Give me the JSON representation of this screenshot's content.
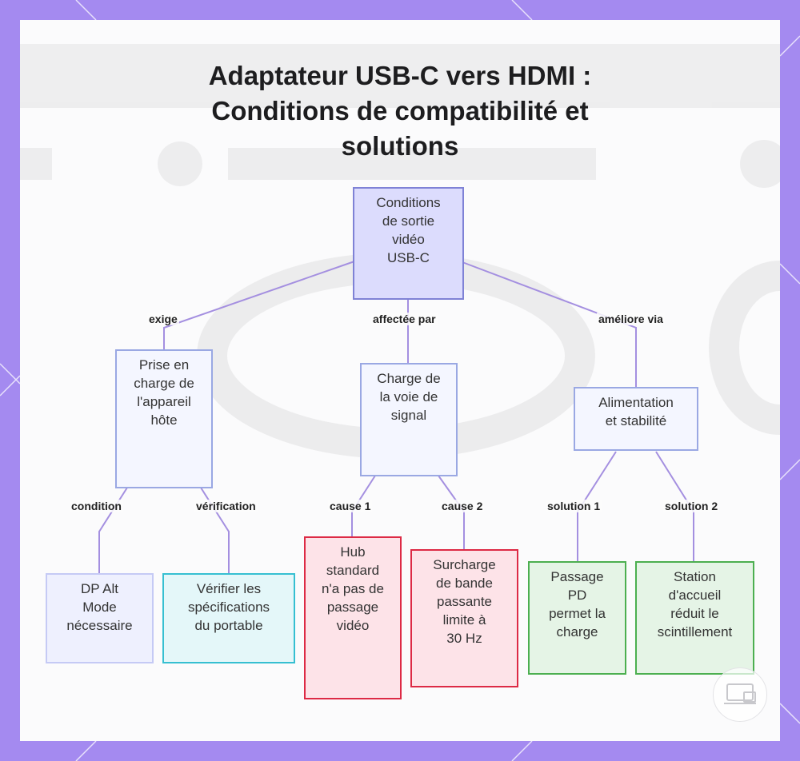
{
  "title": {
    "line1": "Adaptateur USB-C vers HDMI :",
    "line2": "Conditions de compatibilité et",
    "line3": "solutions"
  },
  "nodes": {
    "root": "Conditions\nde sortie\nvidéo\nUSB-C",
    "host_support": "Prise en\ncharge de\nl'appareil\nhôte",
    "signal_load": "Charge de\nla voie de\nsignal",
    "power_stability": "Alimentation\net stabilité",
    "dp_alt": "DP Alt\nMode\nnécessaire",
    "check_specs": "Vérifier les\nspécifications\ndu portable",
    "hub_standard": "Hub\nstandard\nn'a pas de\npassage\nvidéo",
    "bandwidth": "Surcharge\nde bande\npassante\nlimite à\n30 Hz",
    "pd_passthrough": "Passage\nPD\npermet la\ncharge",
    "dock": "Station\nd'accueil\nréduit le\nscintillement"
  },
  "edge_labels": {
    "exige": "exige",
    "affectee_par": "affectée par",
    "ameliore_via": "améliore via",
    "condition": "condition",
    "verification": "vérification",
    "cause1": "cause 1",
    "cause2": "cause 2",
    "solution1": "solution 1",
    "solution2": "solution 2"
  },
  "colors": {
    "frame": "#a48af0",
    "edge": "#a48fe0",
    "root_fill": "#dcdcfd",
    "cause_border": "#dd2a45",
    "solution_border": "#4caf50",
    "check_border": "#36bfd1"
  },
  "icons": {
    "corner_logo": "laptop-monitor-icon"
  }
}
